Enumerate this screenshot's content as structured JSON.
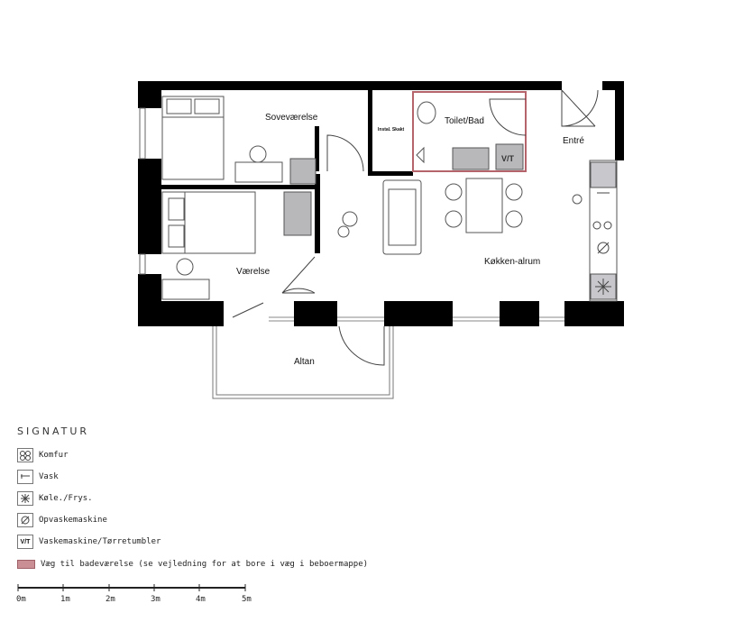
{
  "rooms": {
    "sovevaerelse": "Soveværelse",
    "instal_skakt": "Instal. Skakt",
    "toilet_bad": "Toilet/Bad",
    "entre": "Entré",
    "vaerelse": "Værelse",
    "koekken_alrum": "Køkken-alrum",
    "altan": "Altan",
    "vt": "V/T"
  },
  "legend": {
    "title": "SIGNATUR",
    "items": [
      {
        "icon": "komfur-icon",
        "label": "Komfur"
      },
      {
        "icon": "vask-icon",
        "label": "Vask"
      },
      {
        "icon": "koele-frys-icon",
        "label": "Køle./Frys."
      },
      {
        "icon": "opvaskemaskine-icon",
        "label": "Opvaskemaskine"
      },
      {
        "icon": "vt-icon",
        "label": "Vaskemaskine/Tørretumbler",
        "icon_text": "V/T"
      },
      {
        "icon": "wall-swatch",
        "label": "Væg til badeværelse (se vejledning for at bore i væg i beboermappe)",
        "color": "#c98f94"
      }
    ]
  },
  "scale": {
    "labels": [
      "0m",
      "1m",
      "2m",
      "3m",
      "4m",
      "5m"
    ]
  },
  "colors": {
    "wall": "#000000",
    "bathroom_wall": "#b5646b",
    "fixture_fill": "#b8b8bb"
  }
}
